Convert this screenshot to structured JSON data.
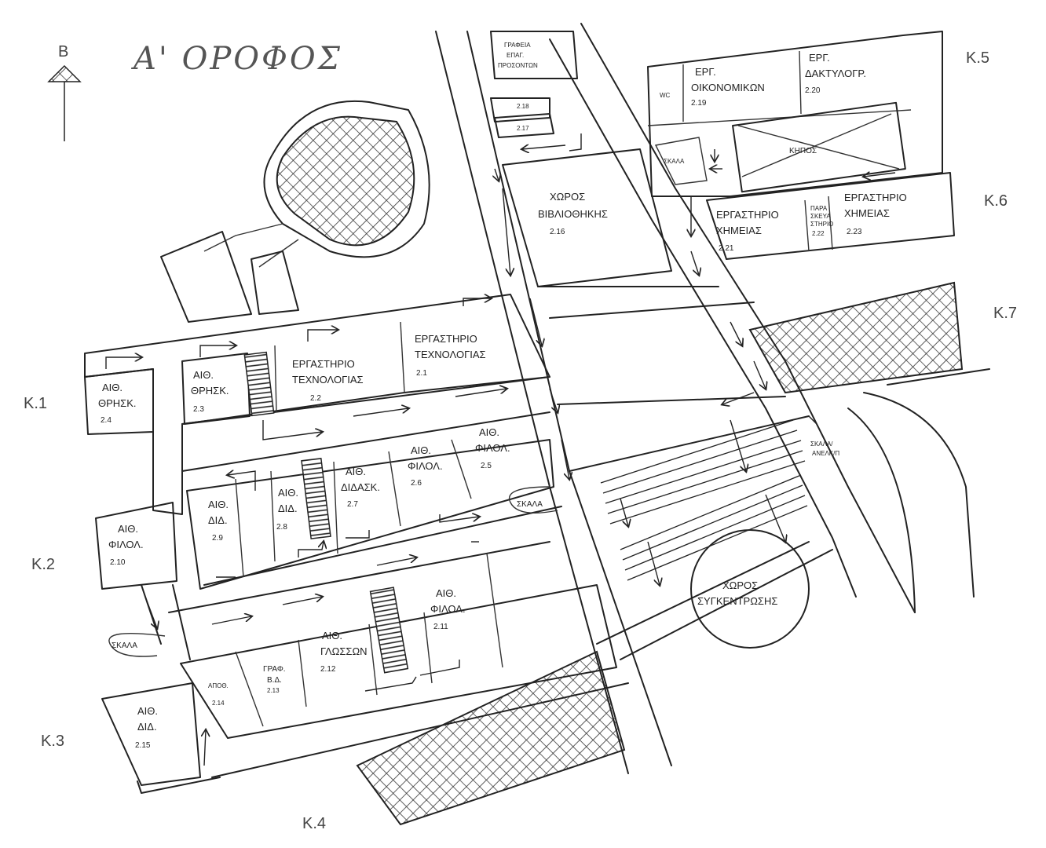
{
  "title": "Α' ΟΡΟΦΟΣ",
  "north_label": "Β",
  "zones": [
    "Κ.1",
    "Κ.2",
    "Κ.3",
    "Κ.4",
    "Κ.5",
    "Κ.6",
    "Κ.7"
  ],
  "rooms": {
    "r2_1": [
      "ΕΡΓΑΣΤΗΡΙΟ",
      "ΤΕΧΝΟΛΟΓΙΑΣ",
      "2.1"
    ],
    "r2_2": [
      "ΕΡΓΑΣΤΗΡΙΟ",
      "ΤΕΧΝΟΛΟΓΙΑΣ",
      "2.2"
    ],
    "r2_3": [
      "ΑΙΘ.",
      "ΘΡΗΣΚ.",
      "2.3"
    ],
    "r2_4": [
      "ΑΙΘ.",
      "ΘΡΗΣΚ.",
      "2.4"
    ],
    "r2_5": [
      "ΑΙΘ.",
      "ΦΙΛΟΛ.",
      "2.5"
    ],
    "r2_6": [
      "ΑΙΘ.",
      "ΦΙΛΟΛ.",
      "2.6"
    ],
    "r2_7": [
      "ΑΙΘ.",
      "ΔΙΔΑΣΚ.",
      "2.7"
    ],
    "r2_8": [
      "ΑΙΘ.",
      "ΔΙΔ.",
      "2.8"
    ],
    "r2_9": [
      "ΑΙΘ.",
      "ΔΙΔ.",
      "2.9"
    ],
    "r2_10": [
      "ΑΙΘ.",
      "ΦΙΛΟΛ.",
      "2.10"
    ],
    "r2_11": [
      "ΑΙΘ.",
      "ΦΙΛΟΛ.",
      "2.11"
    ],
    "r2_12": [
      "ΑΙΘ.",
      "ΓΛΩΣΣΩΝ",
      "2.12"
    ],
    "r2_13": [
      "ΓΡΑΦ.",
      "Β.Δ.",
      "2.13"
    ],
    "r2_14": [
      "ΑΠΟΘ.",
      "2.14"
    ],
    "r2_15": [
      "ΑΙΘ.",
      "ΔΙΔ.",
      "2.15"
    ],
    "r2_16": [
      "ΧΩΡΟΣ",
      "ΒΙΒΛΙΟΘΗΚΗΣ",
      "2.16"
    ],
    "r2_17": [
      "2.17"
    ],
    "r2_18": [
      "2.18"
    ],
    "r2_19": [
      "ΕΡΓ.",
      "ΟΙΚΟΝΟΜΙΚΩΝ",
      "2.19"
    ],
    "r2_20": [
      "ΕΡΓ.",
      "ΔΑΚΤΥΛΟΓΡ.",
      "2.20"
    ],
    "r2_21": [
      "ΕΡΓΑΣΤΗΡΙΟ",
      "ΧΗΜΕΙΑΣ",
      "2.21"
    ],
    "r2_22": [
      "ΠΑΡΑ",
      "ΣΚΕΥΑ",
      "ΣΤΗΡΙΟ",
      "2.22"
    ],
    "r2_23": [
      "ΕΡΓΑΣΤΗΡΙΟ",
      "ΧΗΜΕΙΑΣ",
      "2.23"
    ],
    "offices": [
      "ΓΡΑΦΕΙΑ",
      "ΕΠΑΓ.",
      "ΠΡΟΣΟΝΤΩΝ"
    ],
    "wc": "WC",
    "garden": "ΚΗΠΟΣ",
    "gathering": [
      "ΧΩΡΟΣ",
      "ΣΥΓΚΕΝΤΡΩΣΗΣ"
    ]
  },
  "stairs": {
    "ne": "ΣΚΑΛΑ",
    "center": "ΣΚΑΛΑ",
    "west": "ΣΚΑΛΑ",
    "elevator": [
      "ΣΚΑΛΑ/",
      "ΑΝΕΛΚ/Π"
    ]
  }
}
